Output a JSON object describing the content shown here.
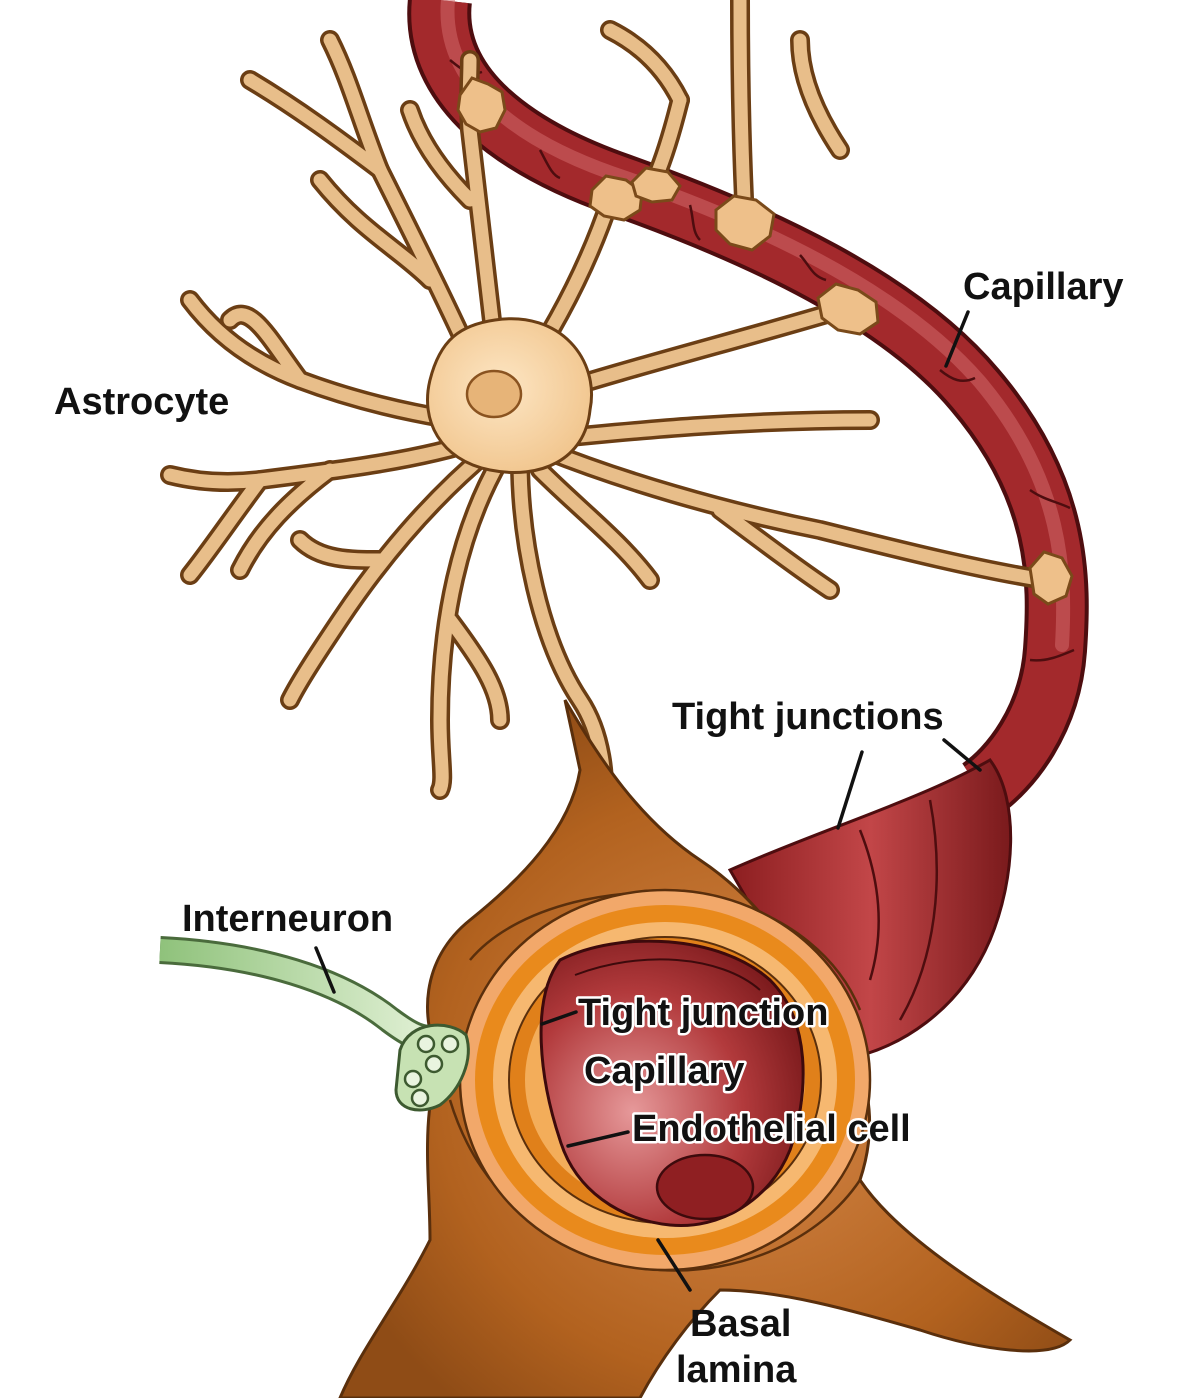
{
  "labels": {
    "capillary": "Capillary",
    "astrocyte": "Astrocyte",
    "tight_junctions": "Tight junctions",
    "interneuron": "Interneuron",
    "tight_junction": "Tight junction",
    "capillary_inner": "Capillary",
    "endothelial_cell": "Endothelial cell",
    "basal": "Basal",
    "lamina": "lamina"
  },
  "colors": {
    "astrocyte_body": "#f4cf9c",
    "astrocyte_outline": "#6b3e14",
    "capillary": "#a8282b",
    "capillary_dark": "#6e1416",
    "endfoot_brown": "#b5651d",
    "basal_lamina_orange": "#e98a1c",
    "interneuron_green": "#b9dca6"
  }
}
